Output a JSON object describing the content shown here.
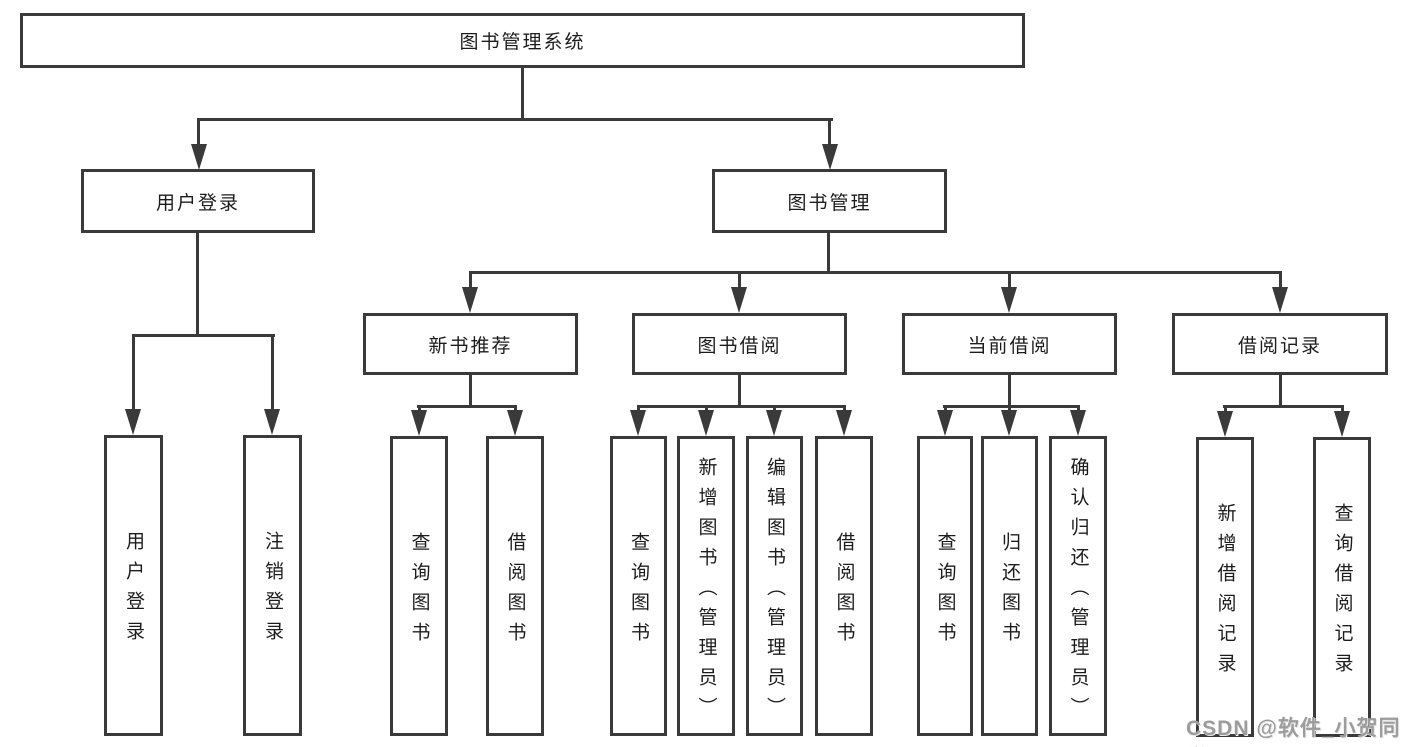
{
  "diagram": {
    "type": "hierarchy-tree",
    "watermark": "CSDN @软件_小贺同学",
    "colors": {
      "line": "#3a3a3a",
      "text": "#1c1c1c",
      "background": "#ffffff",
      "watermark": "#9c9c9c"
    },
    "nodes": {
      "root": "图书管理系统",
      "user_login": "用户登录",
      "book_management": "图书管理",
      "new_book_rec": "新书推荐",
      "book_borrow": "图书借阅",
      "current_borrow": "当前借阅",
      "borrow_records": "借阅记录",
      "leaf_user_login": "用户登录",
      "leaf_logout": "注销登录",
      "leaf_query_book_1": "查询图书",
      "leaf_borrow_book_1": "借阅图书",
      "leaf_query_book_2": "查询图书",
      "leaf_add_book": "新增图书（管理员）",
      "leaf_edit_book": "编辑图书（管理员）",
      "leaf_borrow_book_2": "借阅图书",
      "leaf_query_book_3": "查询图书",
      "leaf_return_book": "归还图书",
      "leaf_confirm_return": "确认归还（管理员）",
      "leaf_add_borrow_record": "新增借阅记录",
      "leaf_query_borrow_record": "查询借阅记录"
    },
    "structure": {
      "图书管理系统": {
        "用户登录": [
          "用户登录",
          "注销登录"
        ],
        "图书管理": {
          "新书推荐": [
            "查询图书",
            "借阅图书"
          ],
          "图书借阅": [
            "查询图书",
            "新增图书（管理员）",
            "编辑图书（管理员）",
            "借阅图书"
          ],
          "当前借阅": [
            "查询图书",
            "归还图书",
            "确认归还（管理员）"
          ],
          "借阅记录": [
            "新增借阅记录",
            "查询借阅记录"
          ]
        }
      }
    }
  }
}
